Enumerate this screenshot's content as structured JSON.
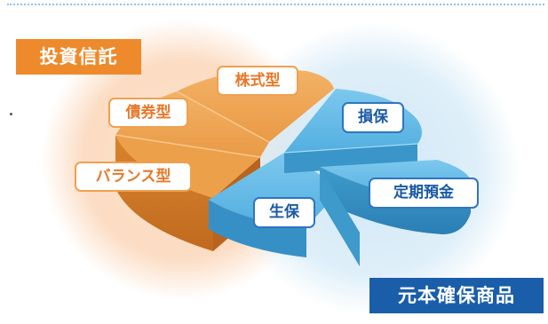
{
  "categories": {
    "investment_trust": "投資信託",
    "principal_guaranteed": "元本確保商品"
  },
  "segments": {
    "stock": "株式型",
    "bond": "債券型",
    "balanced": "バランス型",
    "non_life_insurance": "損保",
    "time_deposit": "定期預金",
    "life_insurance": "生保"
  },
  "colors": {
    "investment": "#ee8a2b",
    "principal": "#1a5ea9",
    "pie_orange": "#eda04a",
    "pie_blue": "#5ab4e2",
    "rule": "#8ec4ea"
  }
}
